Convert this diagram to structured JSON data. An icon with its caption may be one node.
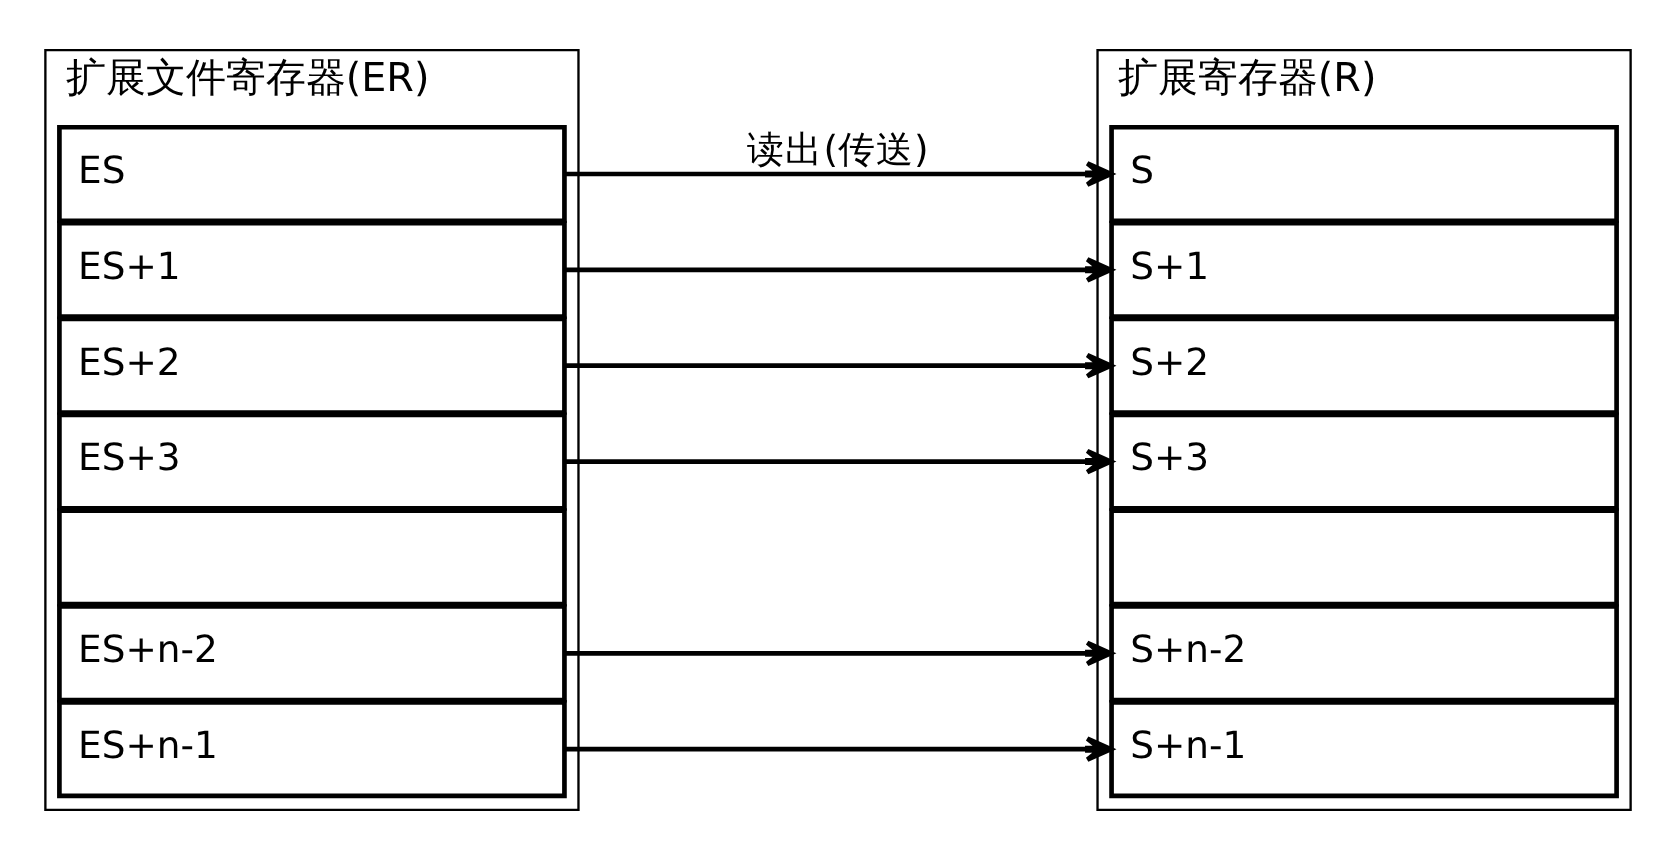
{
  "diagram": {
    "nodes": [
      {
        "text": [
          "扩展文件寄存器(ER)"
        ]
      },
      {
        "text": [
          "ES"
        ],
        "in": 0
      },
      {
        "text": [
          "ES+1"
        ],
        "in": 0
      },
      {
        "text": [
          "ES+2"
        ],
        "in": 0
      },
      {
        "text": [
          "ES+3"
        ],
        "in": 0
      },
      {
        "text": [],
        "shape": "box",
        "in": 0
      },
      {
        "text": [
          "ES+n-2"
        ],
        "in": 0
      },
      {
        "text": [
          "ES+n-1"
        ],
        "in": 0
      },
      {
        "text": [
          "扩展寄存器(R)"
        ]
      },
      {
        "text": [
          "S"
        ],
        "in": 8
      },
      {
        "text": [
          "S+1"
        ],
        "in": 8
      },
      {
        "text": [
          "S+2"
        ],
        "in": 8
      },
      {
        "text": [
          "S+3"
        ],
        "in": 8
      },
      {
        "text": [],
        "shape": "box",
        "in": 8
      },
      {
        "text": [
          "S+n-2"
        ],
        "in": 8
      },
      {
        "text": [
          "S+n-1"
        ],
        "in": 8
      }
    ],
    "edges": [
      {
        "from": 1,
        "to": 9,
        "arrow": "to",
        "label": "读出(传送)"
      },
      {
        "from": 2,
        "to": 10,
        "arrow": "to"
      },
      {
        "from": 3,
        "to": 11,
        "arrow": "to"
      },
      {
        "from": 4,
        "to": 12,
        "arrow": "to"
      },
      {
        "from": 6,
        "to": 14,
        "arrow": "to"
      },
      {
        "from": 7,
        "to": 15,
        "arrow": "to"
      }
    ]
  }
}
